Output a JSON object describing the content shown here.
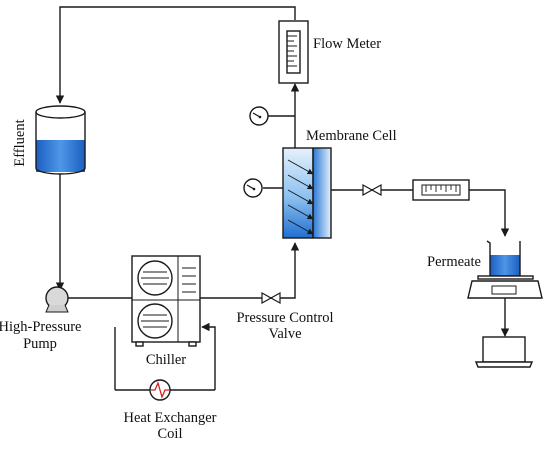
{
  "labels": {
    "flow_meter": "Flow Meter",
    "membrane_cell": "Membrane Cell",
    "effluent": "Effluent",
    "permeate": "Permeate",
    "pump_line1": "High-Pressure",
    "pump_line2": "Pump",
    "chiller": "Chiller",
    "valve_line1": "Pressure Control",
    "valve_line2": "Valve",
    "hx_line1": "Heat Exchanger",
    "hx_line2": "Coil"
  },
  "colors": {
    "line": "#1a1a1a",
    "water_blue": "#1f6fd1",
    "membrane_light": "#d9ecfb",
    "heat_coil": "#d42020"
  },
  "icons": {
    "pressure_gauges": [
      "pressure-gauge-icon",
      "pressure-gauge-icon"
    ],
    "valves": [
      "needle-valve-icon",
      "needle-valve-icon"
    ],
    "pump": "pump-icon",
    "chiller_fans": [
      "fan-icon",
      "fan-icon"
    ],
    "heat_exchanger": "heat-exchanger-icon",
    "balance": "balance-icon",
    "computer": "laptop-icon"
  }
}
